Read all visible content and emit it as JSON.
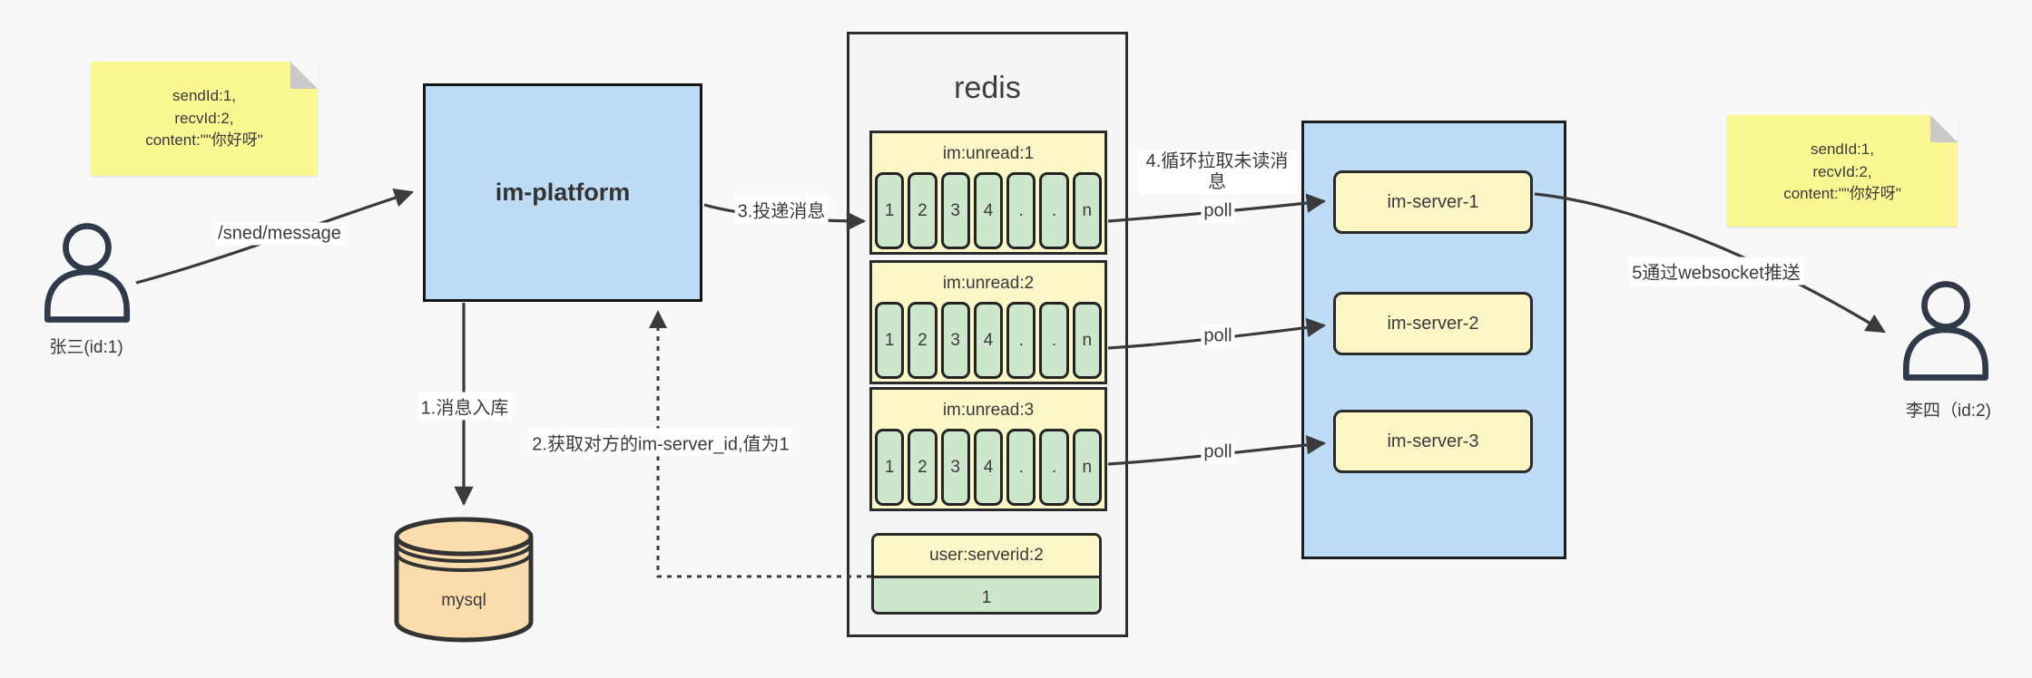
{
  "colors": {
    "background": "#f8f8f8",
    "note_yellow": "#fbf893",
    "box_blue": "#bedcf6",
    "queue_yellow": "#fbf7c8",
    "cell_green": "#cde7cc",
    "server_yellow": "#fcf6c6",
    "mysql_orange": "#fbdcad",
    "arrow": "#3a3a3a",
    "container_gray": "#f5f5f5"
  },
  "note_left": {
    "lines": [
      "sendId:1,",
      "recvId:2,",
      "content:\"\"你好呀\""
    ]
  },
  "note_right": {
    "lines": [
      "sendId:1,",
      "recvId:2,",
      "content:\"\"你好呀\""
    ]
  },
  "actor_left": {
    "label": "张三(id:1)"
  },
  "actor_right": {
    "label": "李四（id:2)"
  },
  "platform": {
    "label": "im-platform"
  },
  "mysql": {
    "label": "mysql"
  },
  "redis": {
    "title": "redis",
    "queues": [
      {
        "title": "im:unread:1",
        "cells": [
          "1",
          "2",
          "3",
          "4",
          ".",
          ".",
          "n"
        ]
      },
      {
        "title": "im:unread:2",
        "cells": [
          "1",
          "2",
          "3",
          "4",
          ".",
          ".",
          "n"
        ]
      },
      {
        "title": "im:unread:3",
        "cells": [
          "1",
          "2",
          "3",
          "4",
          ".",
          ".",
          "n"
        ]
      }
    ],
    "kv": {
      "key": "user:serverid:2",
      "value": "1"
    }
  },
  "servers": {
    "items": [
      "im-server-1",
      "im-server-2",
      "im-server-3"
    ]
  },
  "labels": {
    "send_api": "/sned/message",
    "step1": "1.消息入库",
    "step2": "2.获取对方的im-server_id,值为1",
    "step3": "3.投递消息",
    "step4": "4.循环拉取未读消息",
    "step5": "5通过websocket推送",
    "poll": "poll"
  }
}
